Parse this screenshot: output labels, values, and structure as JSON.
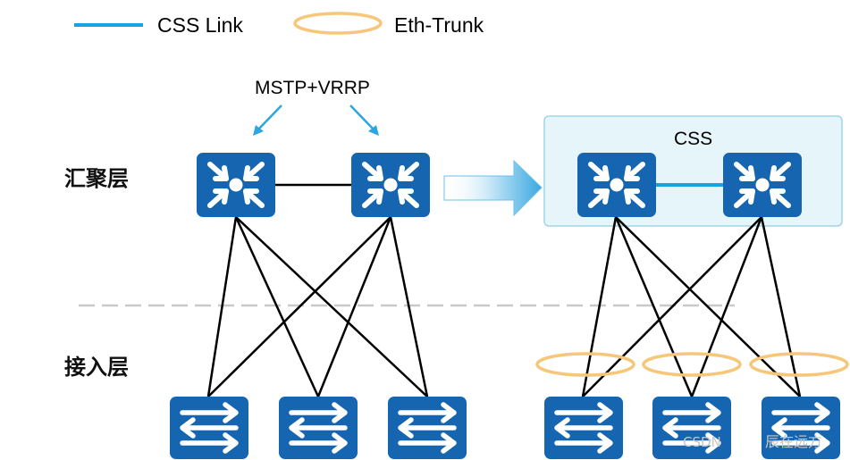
{
  "legend": {
    "css_link_label": "CSS Link",
    "eth_trunk_label": "Eth-Trunk"
  },
  "labels": {
    "protocol": "MSTP+VRRP",
    "css_group": "CSS",
    "aggregation_layer": "汇聚层",
    "access_layer": "接入层"
  },
  "watermark": {
    "left": "CSDN",
    "right": "辰在远方"
  },
  "colors": {
    "device_blue": "#1565b0",
    "css_link": "#17a3e0",
    "eth_trunk": "#f6c77a",
    "css_box_fill": "#e6f5fa",
    "css_box_stroke": "#9fd5ea",
    "arrow_blue": "#2ba6de",
    "divider": "#c9c9c9"
  },
  "icons": {
    "aggregation_switch": "layer3-switch-icon",
    "access_switch": "layer2-switch-icon"
  }
}
